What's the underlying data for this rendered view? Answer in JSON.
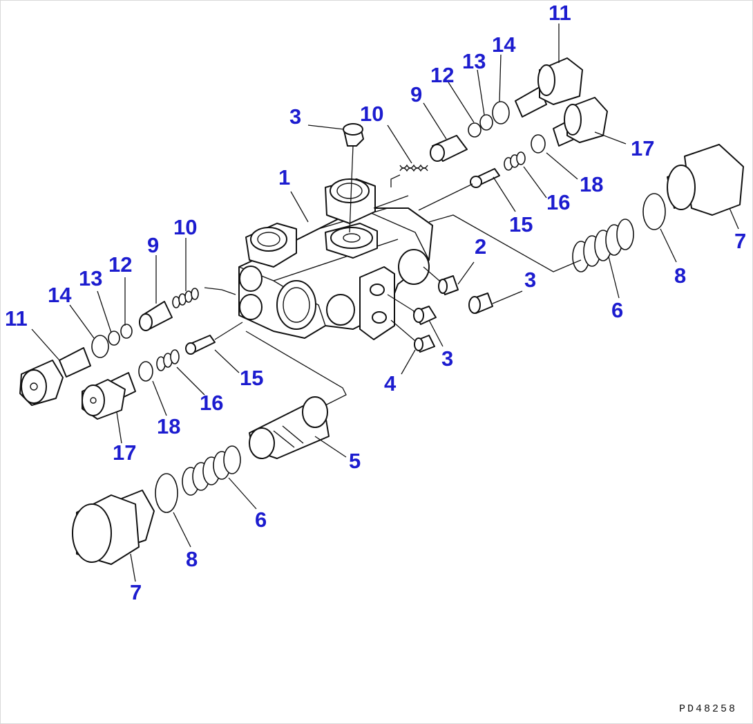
{
  "drawing_code": "PD48258",
  "colors": {
    "callout": "#1c1ccf",
    "line": "#111111",
    "background": "#ffffff"
  },
  "callouts": [
    {
      "id": "c-11-top",
      "text": "11"
    },
    {
      "id": "c-14-top",
      "text": "14"
    },
    {
      "id": "c-13-top",
      "text": "13"
    },
    {
      "id": "c-12-top",
      "text": "12"
    },
    {
      "id": "c-9-top",
      "text": "9"
    },
    {
      "id": "c-10-top",
      "text": "10"
    },
    {
      "id": "c-3-top",
      "text": "3"
    },
    {
      "id": "c-17-right",
      "text": "17"
    },
    {
      "id": "c-18-right",
      "text": "18"
    },
    {
      "id": "c-16-right",
      "text": "16"
    },
    {
      "id": "c-15-right",
      "text": "15"
    },
    {
      "id": "c-1",
      "text": "1"
    },
    {
      "id": "c-7-right",
      "text": "7"
    },
    {
      "id": "c-8-right",
      "text": "8"
    },
    {
      "id": "c-6-right",
      "text": "6"
    },
    {
      "id": "c-2",
      "text": "2"
    },
    {
      "id": "c-3-right",
      "text": "3"
    },
    {
      "id": "c-3-lower",
      "text": "3"
    },
    {
      "id": "c-4",
      "text": "4"
    },
    {
      "id": "c-10-left",
      "text": "10"
    },
    {
      "id": "c-9-left",
      "text": "9"
    },
    {
      "id": "c-12-left",
      "text": "12"
    },
    {
      "id": "c-13-left",
      "text": "13"
    },
    {
      "id": "c-14-left",
      "text": "14"
    },
    {
      "id": "c-11-left",
      "text": "11"
    },
    {
      "id": "c-15-left",
      "text": "15"
    },
    {
      "id": "c-16-left",
      "text": "16"
    },
    {
      "id": "c-18-left",
      "text": "18"
    },
    {
      "id": "c-17-left",
      "text": "17"
    },
    {
      "id": "c-5",
      "text": "5"
    },
    {
      "id": "c-6-left",
      "text": "6"
    },
    {
      "id": "c-8-left",
      "text": "8"
    },
    {
      "id": "c-7-left",
      "text": "7"
    }
  ]
}
